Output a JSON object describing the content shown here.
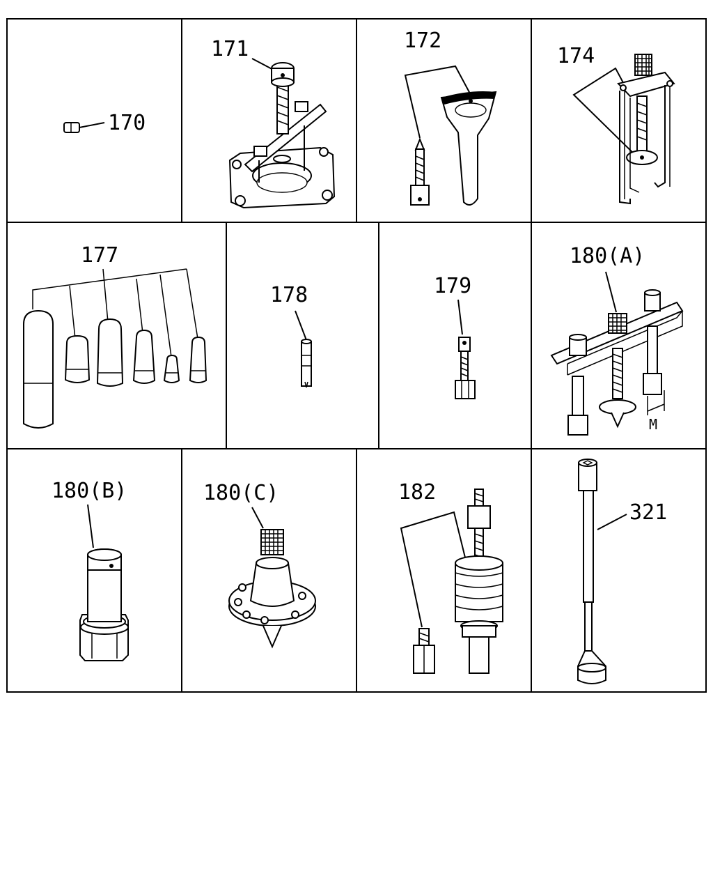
{
  "parts": {
    "p170": "170",
    "p171": "171",
    "p172": "172",
    "p174": "174",
    "p177": "177",
    "p178": "178",
    "p179": "179",
    "p180a": "180(A)",
    "p180b": "180(B)",
    "p180c": "180(C)",
    "p182": "182",
    "p321": "321"
  },
  "dimension_label": "M"
}
